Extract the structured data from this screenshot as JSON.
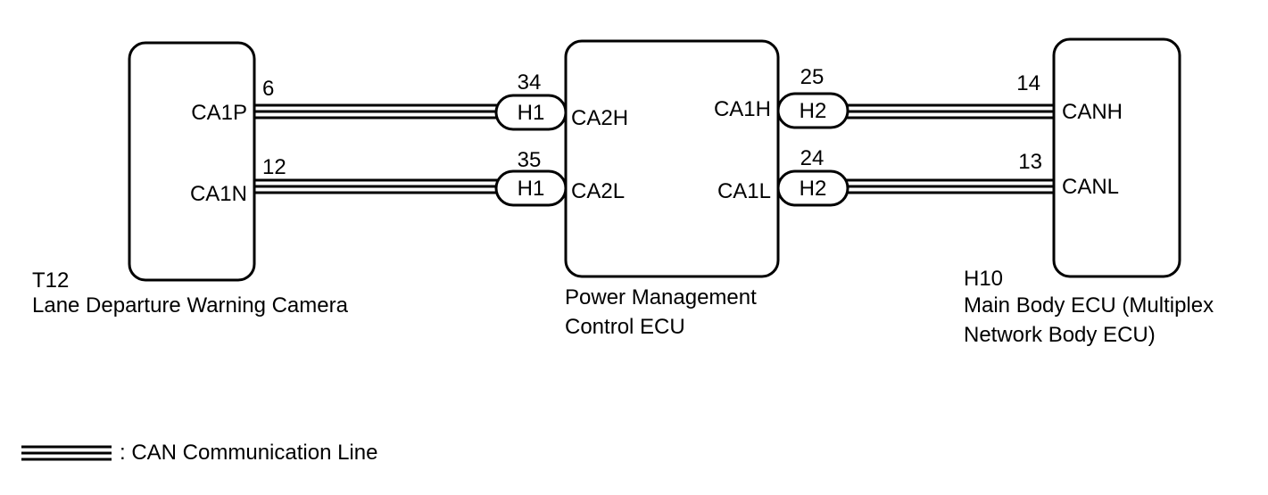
{
  "components": {
    "camera": {
      "code": "T12",
      "name": "Lane Departure Warning Camera",
      "terminals": {
        "top": "CA1P",
        "bottom": "CA1N"
      },
      "pins": {
        "top": "6",
        "bottom": "12"
      }
    },
    "power_ecu": {
      "name_line1": "Power Management",
      "name_line2": "Control ECU",
      "left_terminals": {
        "top": "CA2H",
        "bottom": "CA2L"
      },
      "right_terminals": {
        "top": "CA1H",
        "bottom": "CA1L"
      }
    },
    "main_ecu": {
      "code": "H10",
      "name_line1": "Main Body ECU (Multiplex",
      "name_line2": "Network Body ECU)",
      "terminals": {
        "top": "CANH",
        "bottom": "CANL"
      },
      "pins": {
        "top": "14",
        "bottom": "13"
      }
    }
  },
  "connectors": {
    "h1_top": {
      "label": "H1",
      "pin": "34"
    },
    "h1_bottom": {
      "label": "H1",
      "pin": "35"
    },
    "h2_top": {
      "label": "H2",
      "pin": "25"
    },
    "h2_bottom": {
      "label": "H2",
      "pin": "24"
    }
  },
  "legend": {
    "text": ": CAN Communication Line"
  }
}
